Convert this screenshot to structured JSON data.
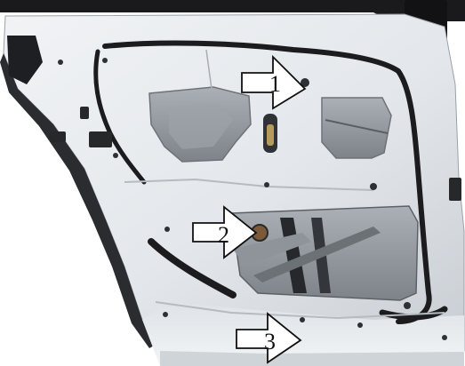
{
  "photo": {
    "subject": "rear-door-inner-panel",
    "colors": {
      "panel": "#e6eaee",
      "panel_shadow": "#b9bfc6",
      "sealant": "#1c1c1f",
      "cavity": "#8d9398",
      "frame_black": "#141416",
      "arrow_fill": "#ffffff",
      "arrow_stroke": "#111111"
    }
  },
  "callouts": [
    {
      "label": "1"
    },
    {
      "label": "2"
    },
    {
      "label": "3"
    }
  ]
}
